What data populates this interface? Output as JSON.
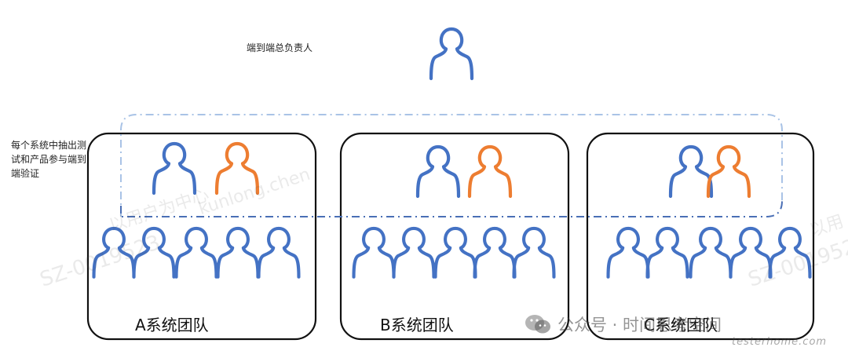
{
  "labels": {
    "lead": "端到端总负责人",
    "side_note": "每个系统中抽出测试和产品参与端到端验证"
  },
  "teams": [
    {
      "name": "A系统团队"
    },
    {
      "name": "B系统团队"
    },
    {
      "name": "C系统团队"
    }
  ],
  "watermarks": {
    "w1": "以用户为中心",
    "w2": "kunlong.chen",
    "w3": "SZ-0019523",
    "w4": "SZ-0019523",
    "w5": "以用"
  },
  "footer": {
    "account": "公众号 · 时间思考空间",
    "site": "testerhome.com"
  },
  "colors": {
    "member_blue": "#4472c4",
    "member_orange": "#ed7d31",
    "frame": "#111111",
    "dash_light": "#a9c3e6",
    "dash_dark": "#4a6fb5"
  }
}
